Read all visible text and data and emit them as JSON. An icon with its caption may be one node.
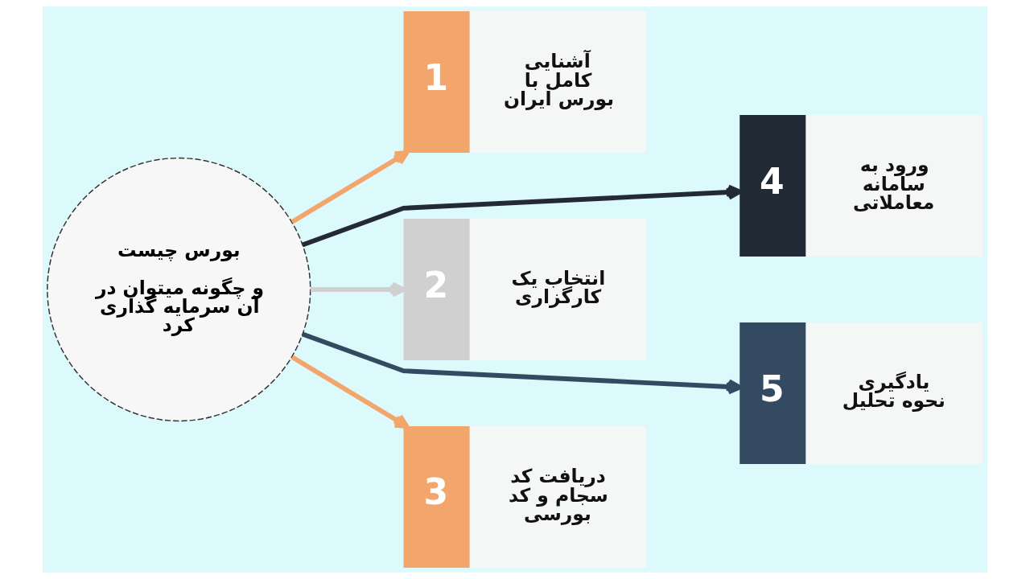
{
  "diagram": {
    "nodes": [
      {
        "text": [
          "بورس چیست",
          "و چگونه میتوان در آن سرمایه گذاری کرد"
        ]
      },
      {
        "text": [
          "آشنایی کامل با بورس ایران",
          "1"
        ]
      },
      {
        "text": [
          "ورود به سامانه معاملاتی",
          "4"
        ]
      },
      {
        "text": [
          "انتخاب یک کارگزاری",
          "2"
        ]
      },
      {
        "text": [
          "یادگیری نحوه تحلیل",
          "5"
        ]
      },
      {
        "text": [
          "دریافت کد سجام و کد بورسی",
          "3"
        ]
      }
    ],
    "edges": [
      {
        "from": 0,
        "to": 1,
        "arrow": "to",
        "color": "#f2a66b"
      },
      {
        "from": 0,
        "to": 2,
        "arrow": "to",
        "color": "#222a35"
      },
      {
        "from": 0,
        "to": 3,
        "arrow": "to",
        "color": "#d0d0d0"
      },
      {
        "from": 0,
        "to": 4,
        "arrow": "to",
        "color": "#334a60"
      },
      {
        "from": 0,
        "to": 5,
        "arrow": "to",
        "color": "#f2a66b"
      }
    ]
  }
}
